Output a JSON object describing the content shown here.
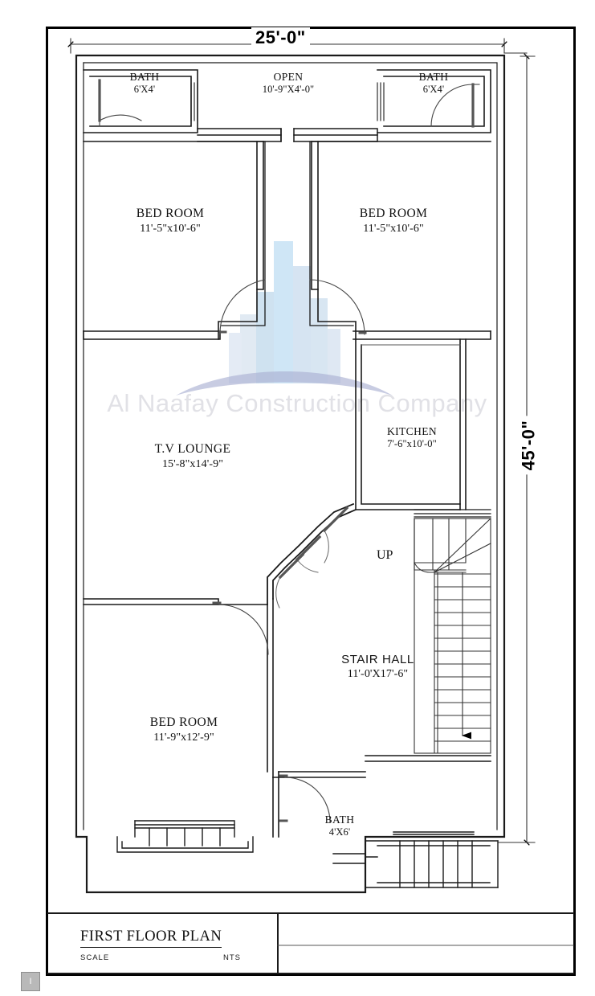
{
  "drawing": {
    "title": "FIRST FLOOR PLAN",
    "scale_label": "SCALE",
    "scale_value": "NTS",
    "overall_width_dim": "25'-0\"",
    "overall_height_dim": "45'-0\"",
    "stair_direction_label": "UP",
    "corner_widget_label": "I"
  },
  "watermark": {
    "text": "Al Naafay Construction Company",
    "logo_name": "building-skyline-logo",
    "text_color": "#e3e3e8",
    "logo_color": "#bcd8ea",
    "swoosh_color": "#aab0d2"
  },
  "colors": {
    "wall": "#1a1a1a",
    "thin_line": "#3c3c3c",
    "dimension": "#000000",
    "paper": "#ffffff"
  },
  "rooms": [
    {
      "id": "bath-top-left",
      "name": "BATH",
      "dim": "6'X4'"
    },
    {
      "id": "open-shaft",
      "name": "OPEN",
      "dim": "10'-9\"X4'-0\""
    },
    {
      "id": "bath-top-right",
      "name": "BATH",
      "dim": "6'X4'"
    },
    {
      "id": "bedroom-top-left",
      "name": "BED ROOM",
      "dim": "11'-5\"x10'-6\""
    },
    {
      "id": "bedroom-top-right",
      "name": "BED ROOM",
      "dim": "11'-5\"x10'-6\""
    },
    {
      "id": "tv-lounge",
      "name": "T.V LOUNGE",
      "dim": "15'-8\"x14'-9\""
    },
    {
      "id": "kitchen",
      "name": "KITCHEN",
      "dim": "7'-6\"x10'-0\""
    },
    {
      "id": "stair-hall",
      "name": "STAIR HALL",
      "dim": "11'-0'X17'-6\""
    },
    {
      "id": "bedroom-bottom",
      "name": "BED ROOM",
      "dim": "11'-9\"x12'-9\""
    },
    {
      "id": "bath-bottom",
      "name": "BATH",
      "dim": "4'X6'"
    }
  ]
}
